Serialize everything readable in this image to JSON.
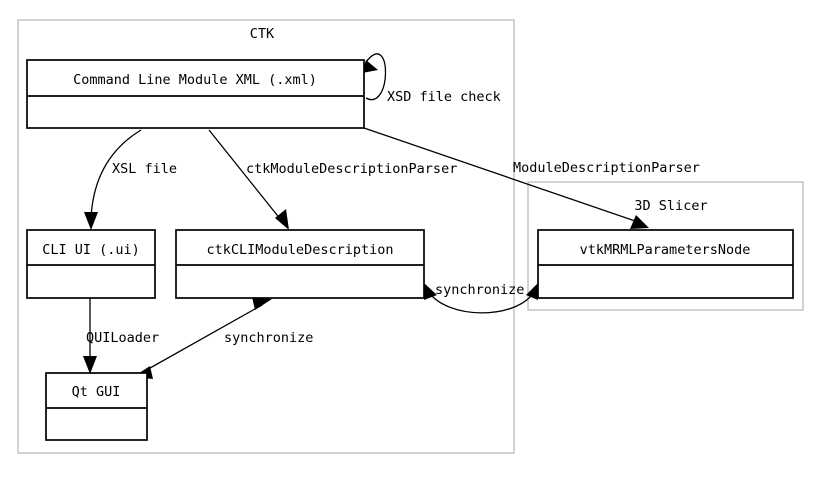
{
  "diagram": {
    "title_visible": false,
    "groups": [
      {
        "id": "ctk",
        "label": "CTK"
      },
      {
        "id": "slicer",
        "label": "3D Slicer"
      }
    ],
    "nodes": [
      {
        "id": "xml",
        "label": "Command Line Module XML (.xml)"
      },
      {
        "id": "cliui",
        "label": "CLI UI (.ui)"
      },
      {
        "id": "ctkcli",
        "label": "ctkCLIModuleDescription"
      },
      {
        "id": "vtkmrml",
        "label": "vtkMRMLParametersNode"
      },
      {
        "id": "qtgui",
        "label": "Qt GUI"
      }
    ],
    "edges": [
      {
        "id": "self-check",
        "label": "XSD file check",
        "from": "xml",
        "to": "xml"
      },
      {
        "id": "xsl",
        "label": "XSL file",
        "from": "xml",
        "to": "cliui"
      },
      {
        "id": "ctkparser",
        "label": "ctkModuleDescriptionParser",
        "from": "xml",
        "to": "ctkcli"
      },
      {
        "id": "modparser",
        "label": "ModuleDescriptionParser",
        "from": "xml",
        "to": "vtkmrml"
      },
      {
        "id": "sync-right",
        "label": "synchronize",
        "from": "ctkcli",
        "to": "vtkmrml"
      },
      {
        "id": "quiloader",
        "label": "QUILoader",
        "from": "cliui",
        "to": "qtgui"
      },
      {
        "id": "sync-left",
        "label": "synchronize",
        "from": "qtgui",
        "to": "ctkcli"
      }
    ],
    "colors": {
      "background": "#ffffff",
      "node_stroke": "#000000",
      "group_stroke": "#c8c8c8",
      "text": "#000000"
    }
  }
}
